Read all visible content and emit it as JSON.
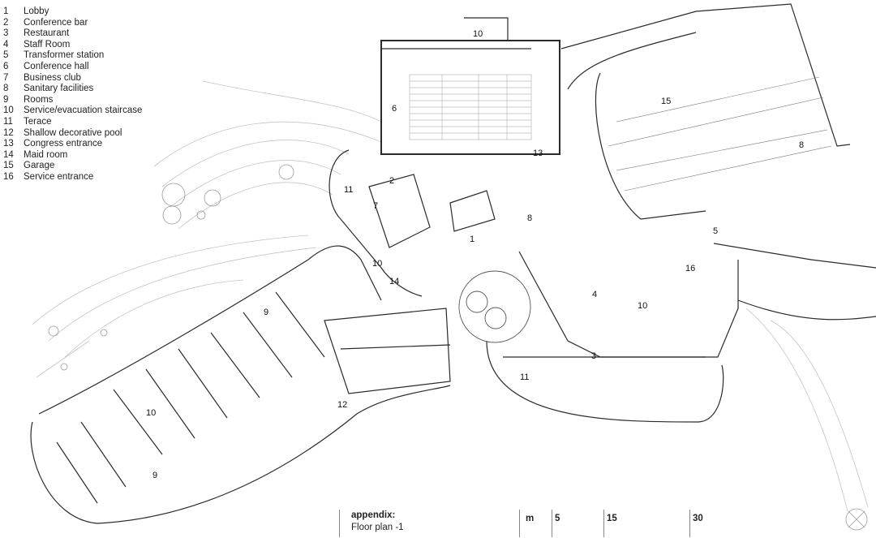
{
  "legend": [
    {
      "num": "1",
      "label": "Lobby"
    },
    {
      "num": "2",
      "label": "Conference bar"
    },
    {
      "num": "3",
      "label": "Restaurant"
    },
    {
      "num": "4",
      "label": "Staff Room"
    },
    {
      "num": "5",
      "label": "Transformer station"
    },
    {
      "num": "6",
      "label": "Conference hall"
    },
    {
      "num": "7",
      "label": "Business club"
    },
    {
      "num": "8",
      "label": "Sanitary facilities"
    },
    {
      "num": "9",
      "label": "Rooms"
    },
    {
      "num": "10",
      "label": "Service/evacuation staircase"
    },
    {
      "num": "11",
      "label": "Terace"
    },
    {
      "num": "12",
      "label": "Shallow decorative pool"
    },
    {
      "num": "13",
      "label": "Congress entrance"
    },
    {
      "num": "14",
      "label": "Maid room"
    },
    {
      "num": "15",
      "label": "Garage"
    },
    {
      "num": "16",
      "label": "Service entrance"
    }
  ],
  "caption": {
    "title": "appendix:",
    "subtitle": "Floor plan -1"
  },
  "scale": {
    "unit": "m",
    "marks": [
      "5",
      "15",
      "30"
    ]
  },
  "plan_labels": [
    "10",
    "6",
    "15",
    "13",
    "8",
    "2",
    "11",
    "7",
    "8",
    "1",
    "5",
    "10",
    "16",
    "14",
    "9",
    "4",
    "10",
    "3",
    "11",
    "12",
    "10",
    "9"
  ]
}
